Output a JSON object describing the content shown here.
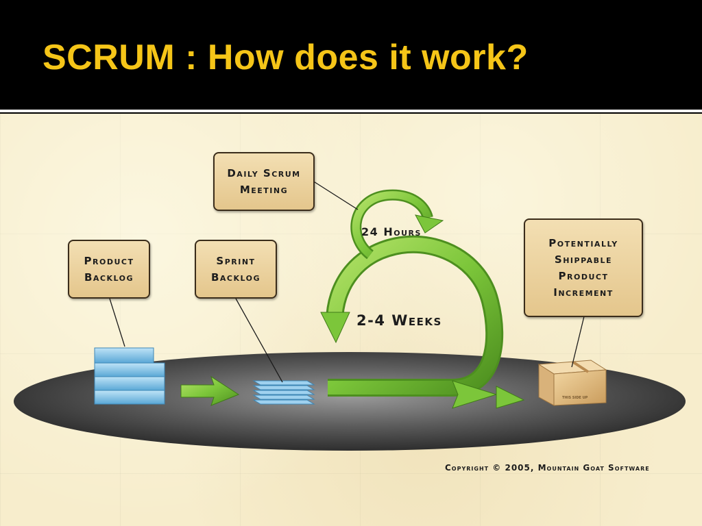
{
  "title": "SCRUM : How does it work?",
  "boxes": {
    "product_backlog": "Product\nBacklog",
    "sprint_backlog": "Sprint\nBacklog",
    "daily_scrum": "Daily Scrum\nMeeting",
    "increment": "Potentially\nShippable\nProduct\nIncrement"
  },
  "labels": {
    "hours": "24 Hours",
    "weeks": "2-4 Weeks",
    "copyright": "Copyright © 2005, Mountain Goat Software",
    "box_stamp": "THIS SIDE UP"
  },
  "colors": {
    "title": "#f5c518",
    "arrow_green": "#7cc63a",
    "platform": "#555555"
  }
}
